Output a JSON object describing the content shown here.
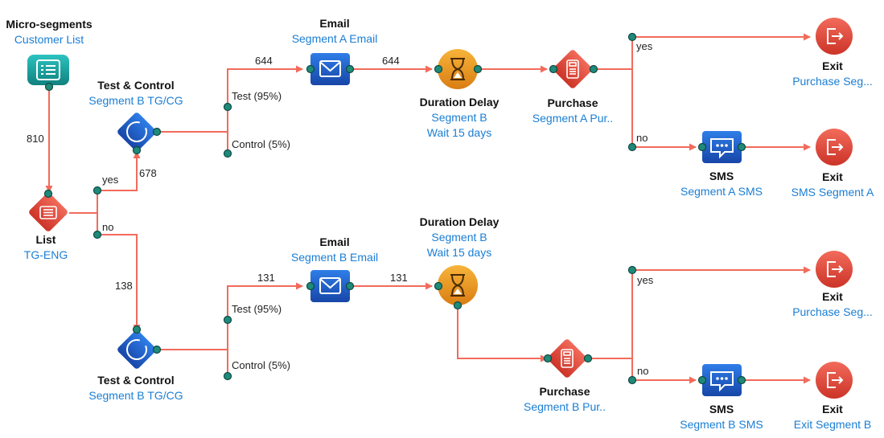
{
  "colors": {
    "line": "#f26b5b",
    "port_fill": "#1f8a7a",
    "port_stroke": "#0d4a41",
    "title": "#111111",
    "subtitle": "#1a7ed4",
    "teal": "#19a3a3",
    "blue": "#1e5fc4",
    "orange": "#e89a20",
    "red": "#e2473a"
  },
  "nodes": {
    "microsegments": {
      "title": "Micro-segments",
      "subtitle": "Customer List",
      "icon": "list-card-icon"
    },
    "list": {
      "title": "List",
      "subtitle": "TG-ENG",
      "icon": "list-icon"
    },
    "tc_top": {
      "title": "Test & Control",
      "subtitle": "Segment B TG/CG",
      "icon": "split-circle-icon"
    },
    "tc_bottom": {
      "title": "Test & Control",
      "subtitle": "Segment B TG/CG",
      "icon": "split-circle-icon"
    },
    "email_top": {
      "title": "Email",
      "subtitle": "Segment A Email",
      "icon": "envelope-icon"
    },
    "email_bottom": {
      "title": "Email",
      "subtitle": "Segment B Email",
      "icon": "envelope-icon"
    },
    "delay_top": {
      "title": "Duration Delay",
      "subtitle": "Segment B",
      "subtitle2": "Wait 15 days",
      "icon": "hourglass-icon"
    },
    "delay_bottom": {
      "title": "Duration Delay",
      "subtitle": "Segment B",
      "subtitle2": "Wait 15 days",
      "icon": "hourglass-icon"
    },
    "purchase_top": {
      "title": "Purchase",
      "subtitle": "Segment A Pur..",
      "icon": "pos-terminal-icon"
    },
    "purchase_bottom": {
      "title": "Purchase",
      "subtitle": "Segment B Pur..",
      "icon": "pos-terminal-icon"
    },
    "sms_top": {
      "title": "SMS",
      "subtitle": "Segment A SMS",
      "icon": "chat-bubble-icon"
    },
    "sms_bottom": {
      "title": "SMS",
      "subtitle": "Segment B SMS",
      "icon": "chat-bubble-icon"
    },
    "exit1": {
      "title": "Exit",
      "subtitle": "Purchase Seg...",
      "icon": "exit-icon"
    },
    "exit2": {
      "title": "Exit",
      "subtitle": "SMS Segment A",
      "icon": "exit-icon"
    },
    "exit3": {
      "title": "Exit",
      "subtitle": "Purchase Seg...",
      "icon": "exit-icon"
    },
    "exit4": {
      "title": "Exit",
      "subtitle": "Exit Segment B",
      "icon": "exit-icon"
    }
  },
  "edge_labels": {
    "count_810": "810",
    "yes_list": "yes",
    "no_list": "no",
    "count_678": "678",
    "count_138": "138",
    "count_644a": "644",
    "count_644b": "644",
    "count_131a": "131",
    "count_131b": "131",
    "test_top": "Test (95%)",
    "control_top": "Control (5%)",
    "test_bottom": "Test (95%)",
    "control_bottom": "Control (5%)",
    "yes_p1": "yes",
    "no_p1": "no",
    "yes_p2": "yes",
    "no_p2": "no"
  }
}
